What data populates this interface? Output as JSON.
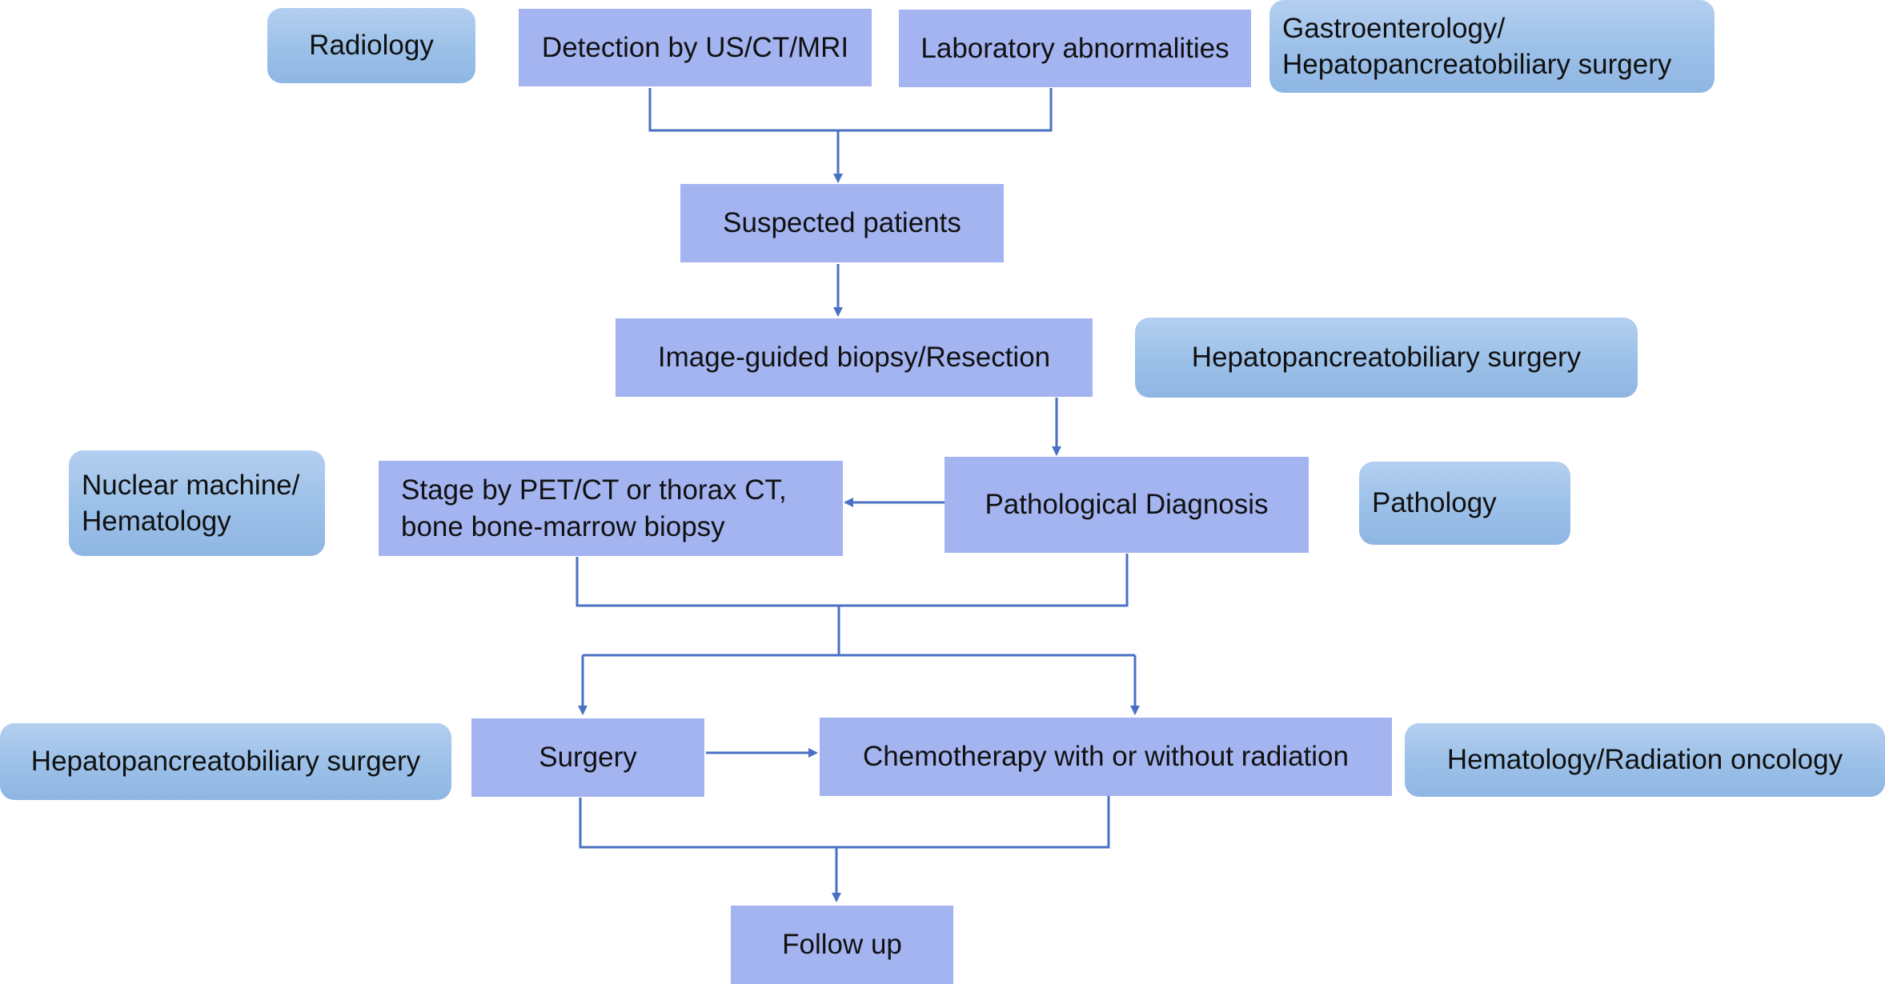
{
  "departments": {
    "radiology": "Radiology",
    "gastro_hpb": "Gastroenterology/\nHepatopancreatobiliary surgery",
    "hpb_right": "Hepatopancreatobiliary surgery",
    "nuclear_hematology": "Nuclear machine/\nHematology",
    "pathology": "Pathology",
    "hpb_left": "Hepatopancreatobiliary surgery",
    "hematology_radiation": "Hematology/Radiation oncology"
  },
  "steps": {
    "detection": "Detection by US/CT/MRI",
    "laboratory": "Laboratory abnormalities",
    "suspected": "Suspected patients",
    "biopsy": "Image-guided biopsy/Resection",
    "pathological": "Pathological Diagnosis",
    "stage": "Stage by PET/CT or thorax CT,\nbone bone-marrow biopsy",
    "surgery": "Surgery",
    "chemo": "Chemotherapy with or without radiation",
    "followup": "Follow up"
  },
  "colors": {
    "step_fill": "#a3b4f0",
    "dept_fill": "#9bc0e8",
    "connector": "#4a70c4",
    "text": "#111111"
  }
}
